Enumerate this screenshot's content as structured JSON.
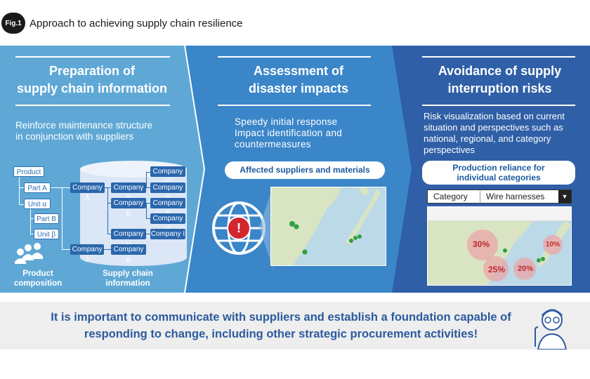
{
  "header": {
    "badge": "Fig.1",
    "title": "Approach to achieving supply chain resilience"
  },
  "panel1": {
    "heading_line1": "Preparation of",
    "heading_line2": "supply chain information",
    "desc_line1": "Reinforce maintenance structure",
    "desc_line2": "in conjunction with suppliers",
    "product_nodes": [
      "Product",
      "Part A",
      "Unit α",
      "Part B",
      "Unit β"
    ],
    "company_nodes": [
      "Company A",
      "Company B",
      "Company C",
      "Company D",
      "Company E",
      "Company F",
      "Company G",
      "Company H",
      "Company I",
      "Company J",
      "Company K"
    ],
    "label_product_line1": "Product",
    "label_product_line2": "composition",
    "label_sc_line1": "Supply chain",
    "label_sc_line2": "information"
  },
  "panel2": {
    "heading_line1": "Assessment of",
    "heading_line2": "disaster impacts",
    "desc_line1": "Speedy initial response",
    "desc_line2": "Impact identification and",
    "desc_line3": "countermeasures",
    "pill": "Affected suppliers and materials",
    "alert_glyph": "!"
  },
  "panel3": {
    "heading_line1": "Avoidance of supply",
    "heading_line2": "interruption risks",
    "desc_line1": "Risk visualization based on current",
    "desc_line2": "situation and perspectives such as",
    "desc_line3": "national, regional, and category",
    "desc_line4": "perspectives",
    "pill_line1": "Production reliance for",
    "pill_line2": "individual categories",
    "category_label": "Category",
    "category_value": "Wire harnesses",
    "percentages": [
      "30%",
      "10%",
      "25%",
      "20%"
    ]
  },
  "banner": {
    "line1": "It is important to communicate with suppliers and establish a foundation capable of",
    "line2": "responding to change, including other strategic procurement activities!"
  },
  "colors": {
    "panel1": "#5fa8d6",
    "panel2": "#3a86c9",
    "panel3": "#2f5fa6",
    "banner_text": "#2b5a9e"
  }
}
